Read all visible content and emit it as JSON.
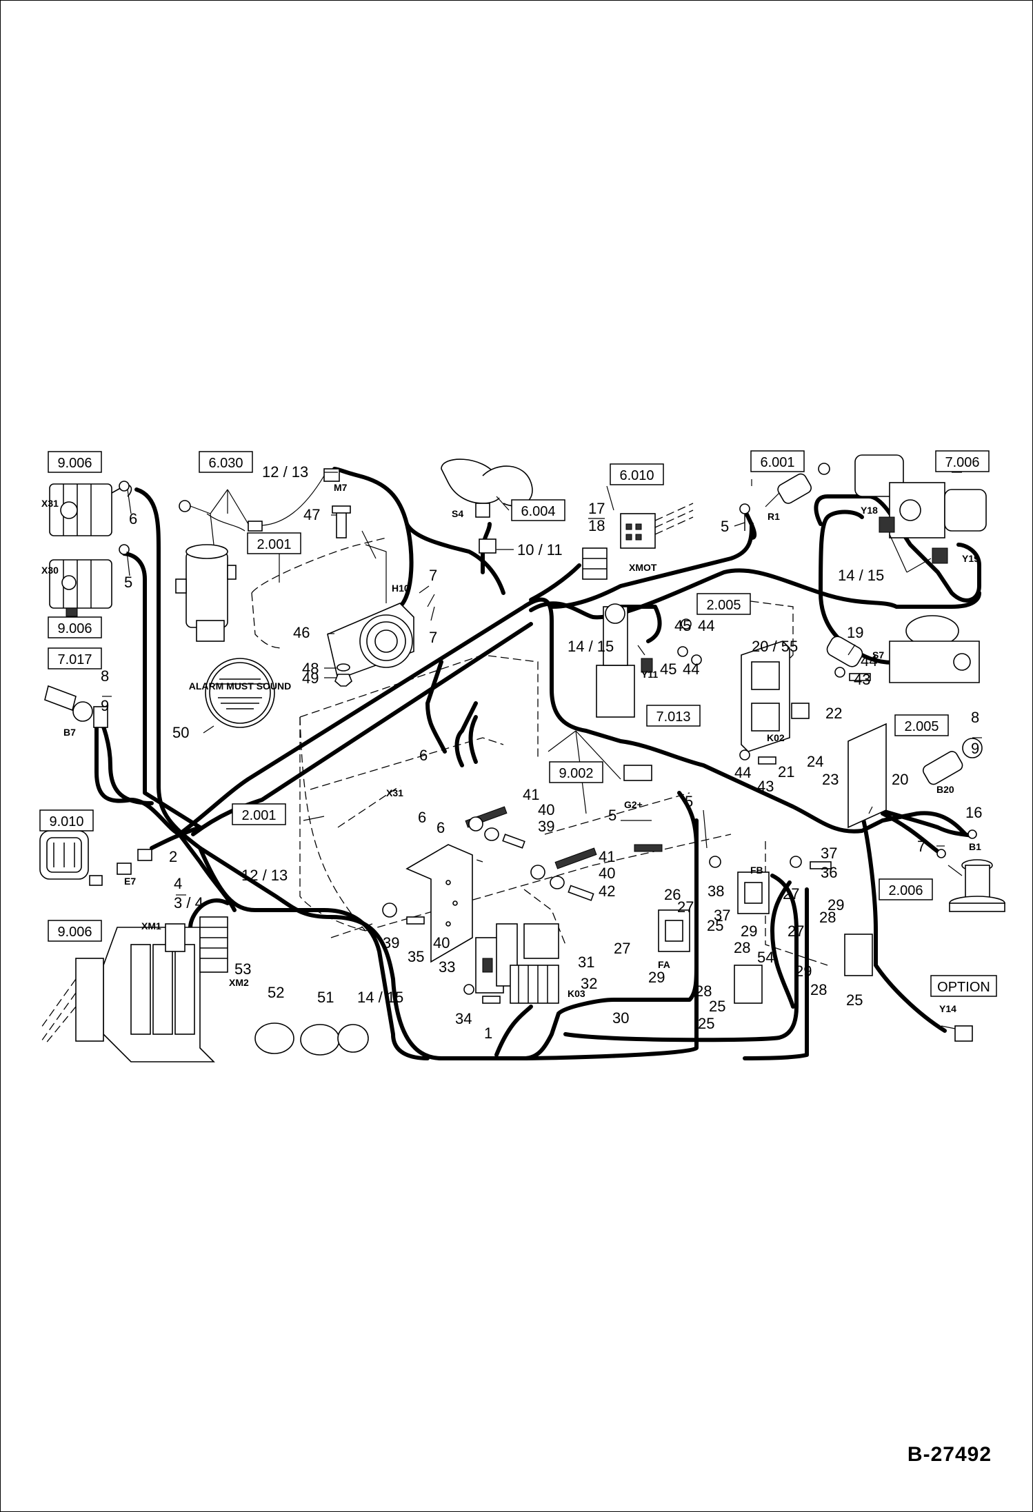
{
  "document_id": "B-27492",
  "ref_boxes": [
    "9.006",
    "6.030",
    "6.004",
    "6.010",
    "6.001",
    "7.006",
    "2.001",
    "9.006",
    "7.017",
    "2.005",
    "7.013",
    "2.005",
    "9.002",
    "2.001",
    "9.010",
    "2.006",
    "9.006",
    "OPTION"
  ],
  "part_numbers": [
    "6",
    "5",
    "12 / 13",
    "47",
    "48",
    "49",
    "50",
    "46",
    "7",
    "7",
    "8",
    "9",
    "10 / 11",
    "17",
    "18",
    "5",
    "14 / 15",
    "19",
    "45",
    "44",
    "45",
    "44",
    "14 / 15",
    "20 / 55",
    "22",
    "21",
    "24",
    "23",
    "20",
    "43",
    "44",
    "44",
    "43",
    "8",
    "9",
    "16",
    "7",
    "6",
    "6",
    "6",
    "41",
    "40",
    "39",
    "41",
    "40",
    "42",
    "5",
    "5",
    "37",
    "36",
    "38",
    "37",
    "26",
    "27",
    "25",
    "29",
    "28",
    "27",
    "29",
    "28",
    "27",
    "54",
    "29",
    "28",
    "25",
    "25",
    "27",
    "29",
    "28",
    "25",
    "30",
    "32",
    "31",
    "33",
    "40",
    "39",
    "35",
    "34",
    "1",
    "12 / 13",
    "2",
    "4",
    "3 / 4",
    "53",
    "52",
    "51",
    "14 / 15"
  ],
  "component_codes": [
    "X31",
    "X30",
    "M7",
    "H10",
    "S4",
    "XMOT",
    "R1",
    "Y18",
    "Y19",
    "B7",
    "Y11",
    "K02",
    "S7",
    "B20",
    "B1",
    "X31",
    "G2+",
    "FB",
    "FA",
    "K03",
    "E7",
    "XM1",
    "XM2",
    "Y14"
  ],
  "decal_text": "ALARM MUST SOUND"
}
